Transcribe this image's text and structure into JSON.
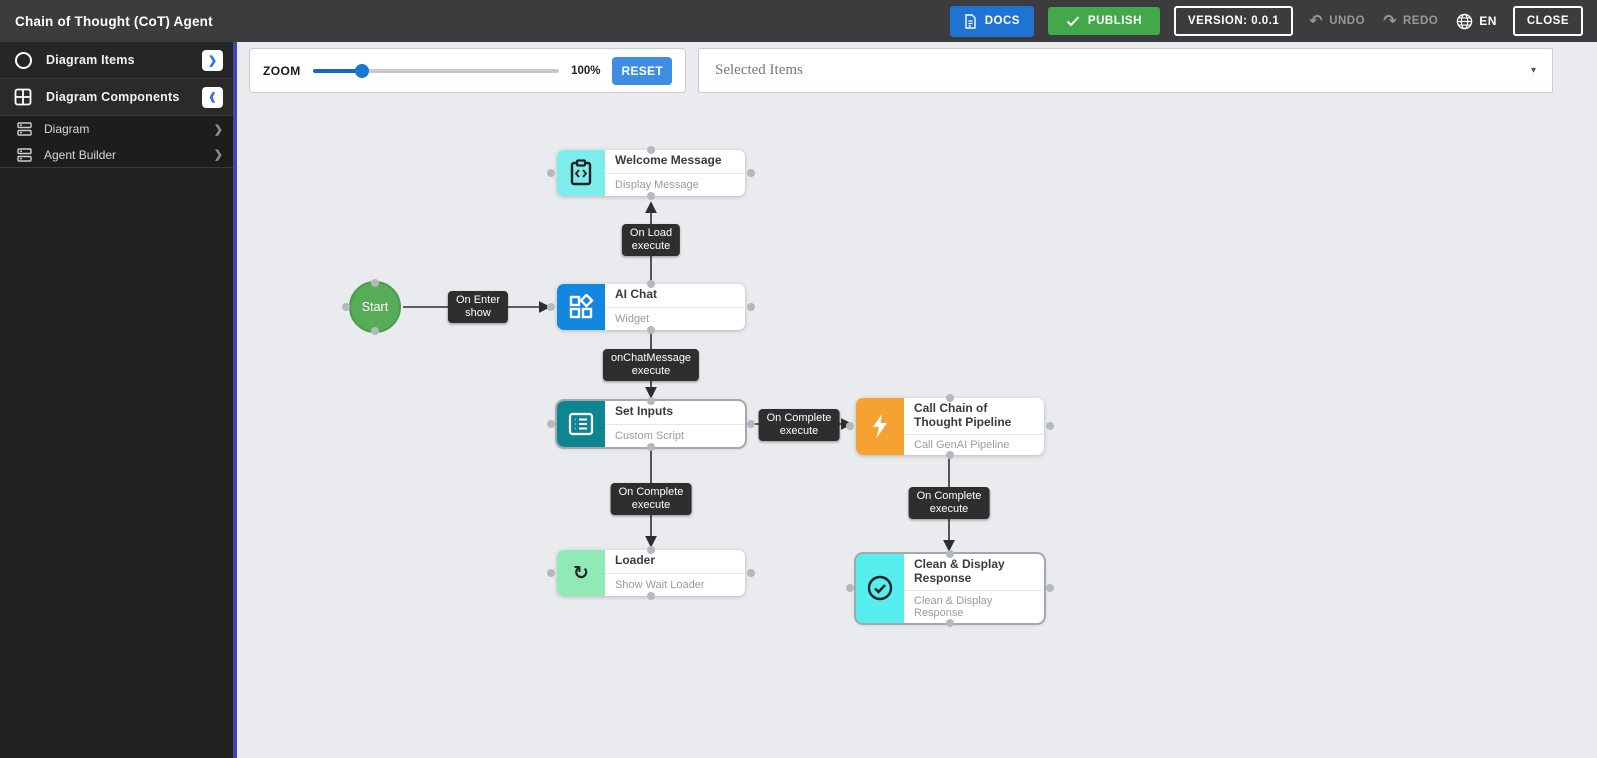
{
  "header": {
    "title": "Chain of Thought (CoT) Agent",
    "docs": "DOCS",
    "publish": "PUBLISH",
    "version": "VERSION: 0.0.1",
    "undo": "UNDO",
    "redo": "REDO",
    "lang": "EN",
    "close": "CLOSE"
  },
  "sidebar": {
    "items": [
      {
        "label": "Diagram Items",
        "icon": "circle-icon",
        "expanded": false
      },
      {
        "label": "Diagram Components",
        "icon": "grid-icon",
        "expanded": true
      },
      {
        "label": "Diagram",
        "icon": "rows-icon"
      },
      {
        "label": "Agent Builder",
        "icon": "rows-icon"
      }
    ]
  },
  "toolbar": {
    "zoom_label": "ZOOM",
    "zoom_value": "100%",
    "zoom_percent": 100,
    "reset_label": "RESET",
    "selected_items": "Selected Items"
  },
  "diagram": {
    "start_label": "Start",
    "nodes": [
      {
        "id": "welcome-message",
        "title": "Welcome Message",
        "subtitle": "Display Message",
        "color": "#7cecec",
        "icon": "clipboard-code-icon"
      },
      {
        "id": "ai-chat",
        "title": "AI Chat",
        "subtitle": "Widget",
        "color": "#1386e0",
        "icon": "widgets-icon"
      },
      {
        "id": "set-inputs",
        "title": "Set Inputs",
        "subtitle": "Custom Script",
        "color": "#0e8692",
        "icon": "list-icon",
        "selected": true
      },
      {
        "id": "call-cot-pipeline",
        "title": "Call Chain of Thought Pipeline",
        "subtitle": "Call GenAI Pipeline",
        "color": "#f6a233",
        "icon": "bolt-icon"
      },
      {
        "id": "loader",
        "title": "Loader",
        "subtitle": "Show Wait Loader",
        "color": "#8feab5",
        "icon": "refresh-icon"
      },
      {
        "id": "clean-display-response",
        "title": "Clean & Display Response",
        "subtitle": "Clean & Display Response",
        "color": "#55eded",
        "icon": "check-circle-icon",
        "selected": true
      }
    ],
    "edges": [
      {
        "from": "start",
        "to": "ai-chat",
        "line1": "On Enter",
        "line2": "show"
      },
      {
        "from": "ai-chat",
        "to": "welcome-message",
        "line1": "On Load",
        "line2": "execute"
      },
      {
        "from": "ai-chat",
        "to": "set-inputs",
        "line1": "onChatMessage",
        "line2": "execute"
      },
      {
        "from": "set-inputs",
        "to": "call-cot-pipeline",
        "line1": "On Complete",
        "line2": "execute"
      },
      {
        "from": "set-inputs",
        "to": "loader",
        "line1": "On Complete",
        "line2": "execute"
      },
      {
        "from": "call-cot-pipeline",
        "to": "clean-display-response",
        "line1": "On Complete",
        "line2": "execute"
      }
    ]
  },
  "colors": {
    "header_bg": "#3c3c3e",
    "sidebar_bg": "#212121",
    "sidebar_accent_border": "#3e47ae",
    "canvas_bg": "#e9ebee",
    "docs_blue": "#1f73d2",
    "publish_green": "#43a84c",
    "reset_blue": "#3d8de2",
    "slider_blue": "#1b78d2",
    "edge_label_bg": "#2e2e2e",
    "start_green": "#57ac57"
  }
}
